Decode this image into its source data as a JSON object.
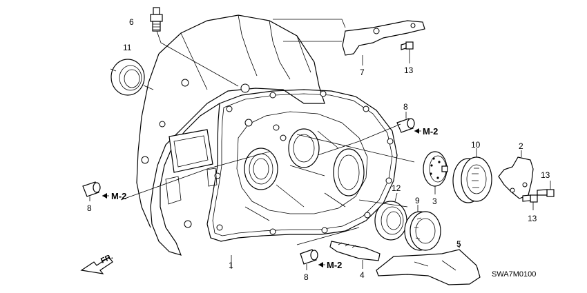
{
  "diagram_code": "SWA7M0100",
  "direction_label": "FR.",
  "callouts": [
    {
      "id": "c1",
      "text": "1"
    },
    {
      "id": "c2",
      "text": "2"
    },
    {
      "id": "c3",
      "text": "3"
    },
    {
      "id": "c4",
      "text": "4"
    },
    {
      "id": "c5",
      "text": "5"
    },
    {
      "id": "c6",
      "text": "6"
    },
    {
      "id": "c7",
      "text": "7"
    },
    {
      "id": "c8a",
      "text": "8"
    },
    {
      "id": "c8b",
      "text": "8"
    },
    {
      "id": "c8c",
      "text": "8"
    },
    {
      "id": "c9",
      "text": "9"
    },
    {
      "id": "c10",
      "text": "10"
    },
    {
      "id": "c11",
      "text": "11"
    },
    {
      "id": "c12",
      "text": "12"
    },
    {
      "id": "c13a",
      "text": "13"
    },
    {
      "id": "c13b",
      "text": "13"
    },
    {
      "id": "c13c",
      "text": "13"
    }
  ],
  "refs": [
    {
      "id": "m2a",
      "text": "M-2"
    },
    {
      "id": "m2b",
      "text": "M-2"
    },
    {
      "id": "m2c",
      "text": "M-2"
    }
  ]
}
